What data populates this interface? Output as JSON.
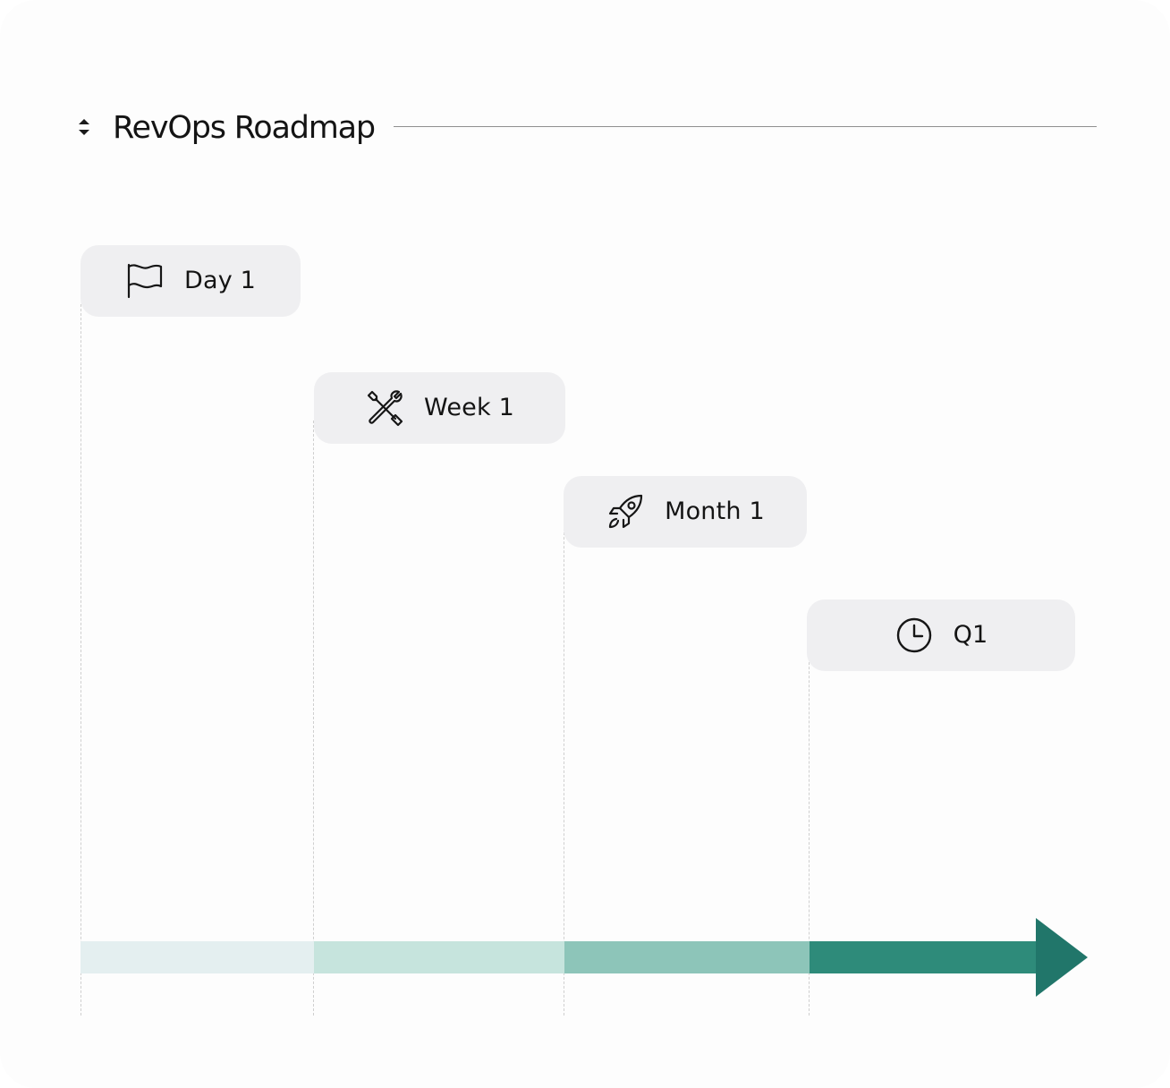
{
  "header": {
    "title": "RevOps Roadmap",
    "sort_icon": "sort-arrows-icon"
  },
  "milestones": [
    {
      "label": "Day 1",
      "icon": "flag-icon"
    },
    {
      "label": "Week 1",
      "icon": "tools-icon"
    },
    {
      "label": "Month 1",
      "icon": "rocket-icon"
    },
    {
      "label": "Q1",
      "icon": "clock-icon"
    }
  ],
  "colors": {
    "pill_bg": "#efeff1",
    "segment_1": "#e4eff0",
    "segment_2": "#c6e4dd",
    "segment_3": "#8dc5b9",
    "segment_4": "#2e8b7a",
    "arrow_head": "#21766a",
    "guide_line": "#cfcfcf"
  }
}
